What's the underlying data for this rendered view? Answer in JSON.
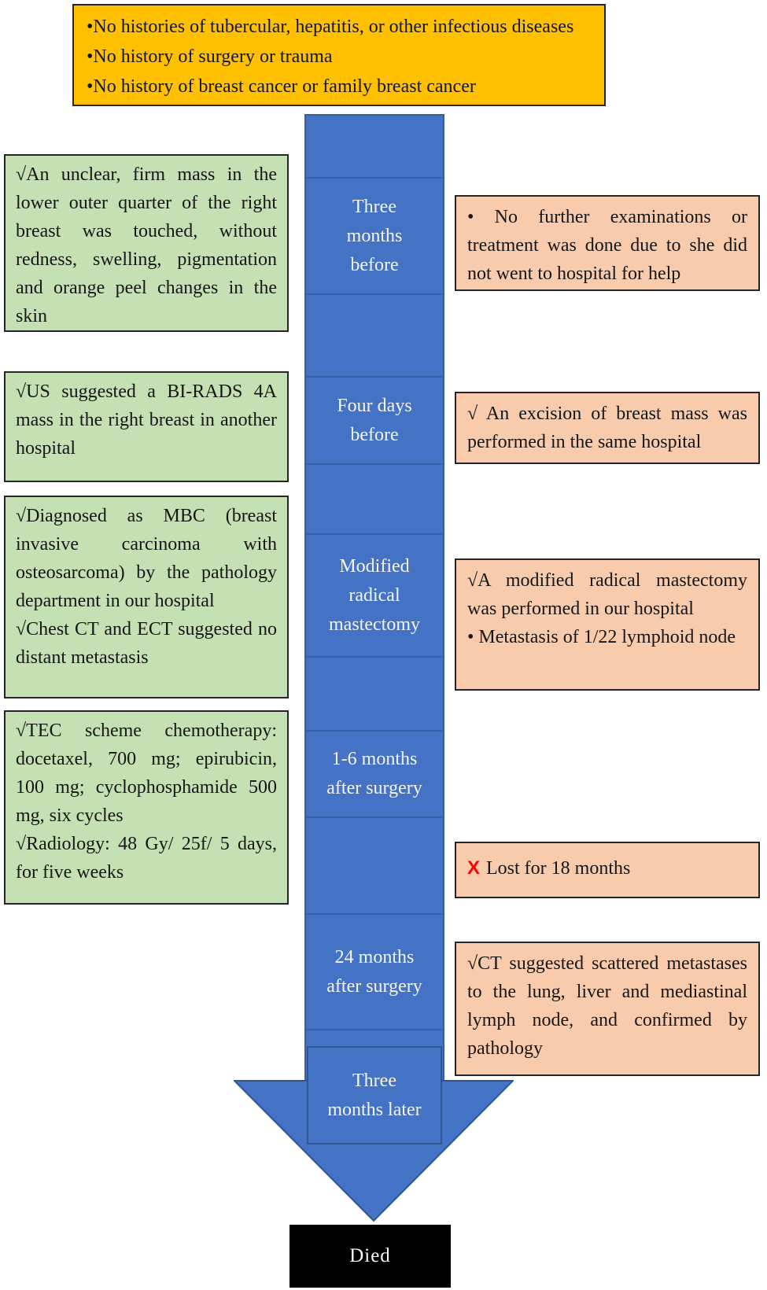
{
  "colors": {
    "history_fill": "#FFC000",
    "finding_fill": "#C5E0B3",
    "event_fill": "#F8CBAD",
    "timeline_fill": "#4472C4",
    "timeline_border": "#2F5597",
    "box_border": "#262626",
    "died_fill": "#000000",
    "x_mark_red": "#FF0000",
    "timeline_text": "#F5F5F5"
  },
  "history_box": {
    "items": [
      "•No histories of tubercular, hepatitis, or other infectious diseases",
      "•No history of surgery or trauma",
      "•No history of breast cancer or family breast cancer"
    ]
  },
  "findings": [
    {
      "items": [
        "√An unclear, firm mass in the lower outer quarter of the right breast was touched, without redness, swelling, pigmentation and orange peel changes in the skin"
      ]
    },
    {
      "items": [
        "√US suggested a BI-RADS 4A mass in the right breast in another hospital"
      ]
    },
    {
      "items": [
        "√Diagnosed as MBC (breast invasive carcinoma with osteosarcoma) by the pathology department in our hospital",
        "√Chest CT and ECT suggested no distant metastasis"
      ]
    },
    {
      "items": [
        "√TEC scheme chemotherapy: docetaxel, 700 mg; epirubicin, 100 mg; cyclophosphamide 500 mg, six cycles",
        "√Radiology: 48 Gy/ 25f/ 5 days, for five weeks"
      ]
    }
  ],
  "events": [
    {
      "items": [
        "• No further examinations or treatment was done due to she did not went to hospital for help"
      ]
    },
    {
      "items": [
        "√ An excision of breast mass was performed in the same hospital"
      ]
    },
    {
      "items": [
        "√A modified radical mastectomy was performed in our hospital",
        "• Metastasis of 1/22 lymphoid node"
      ]
    },
    {
      "mark": "X",
      "items": [
        "Lost for 18 months"
      ]
    },
    {
      "items": [
        "√CT suggested scattered metastases to the lung, liver and mediastinal lymph node, and confirmed by pathology"
      ]
    }
  ],
  "timeline": {
    "segments": [
      {
        "lines": [
          "Three",
          "months",
          "before"
        ]
      },
      {
        "lines": [
          "Four days",
          "before"
        ]
      },
      {
        "lines": [
          "Modified",
          "radical",
          "mastectomy"
        ]
      },
      {
        "lines": [
          "1-6 months",
          "after surgery"
        ]
      },
      {
        "lines": [
          "24 months",
          "after surgery"
        ]
      }
    ],
    "arrow_label": {
      "lines": [
        "Three",
        "months later"
      ]
    }
  },
  "terminal": {
    "label": "Died"
  }
}
